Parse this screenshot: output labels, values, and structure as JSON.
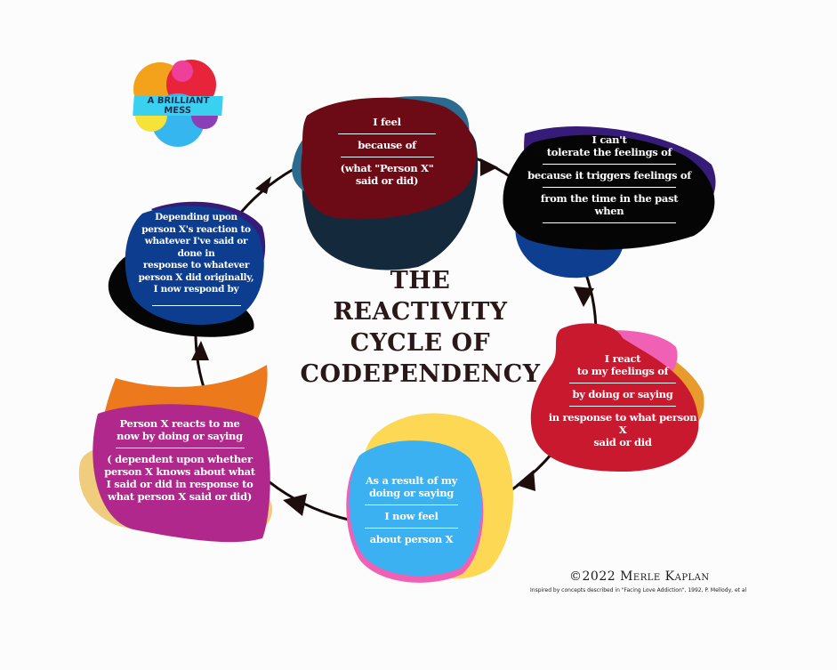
{
  "logo": {
    "text": "A BRILLIANT MESS"
  },
  "title": {
    "lines": [
      "THE",
      "REACTIVITY",
      "CYCLE OF",
      "CODEPENDENCY"
    ]
  },
  "steps": {
    "feel": {
      "l1": "I feel",
      "l2": "because of",
      "l3": "(what \"Person X\"",
      "l4": "said or did)"
    },
    "tolerate": {
      "l1": "I can't",
      "l2": "tolerate the feelings of",
      "l3": "because it triggers feelings of",
      "l4": "from the time in the past  when"
    },
    "react": {
      "l1": "I react",
      "l2": "to  my feelings of",
      "l3": "by  doing or saying",
      "l4": "in response to what person X",
      "l5": "said or did"
    },
    "result": {
      "l1": "As a result of my",
      "l2": "doing or saying",
      "l3": "I now feel",
      "l4": "about  person X"
    },
    "personx": {
      "l1": "Person X reacts to me",
      "l2": "now by doing or saying",
      "l3": "( dependent upon whether",
      "l4": "person X knows about what",
      "l5": "I said or did  in response to",
      "l6": "what person X said or did)"
    },
    "respond": {
      "l1": "Depending upon",
      "l2": "person X's  reaction to",
      "l3": "whatever I've said or done in",
      "l4": "response to whatever",
      "l5": "person X did originally,",
      "l6": "I  now respond by"
    }
  },
  "footer": {
    "copyright": "©2022 Merle Kaplan",
    "inspired": "Inspired by concepts described  in \"Facing Love Addiction\", 1992, P. Mellody, et al"
  },
  "colors": {
    "darkred": "#6c0b16",
    "black": "#050505",
    "red": "#c8192f",
    "blue": "#3bb1f1",
    "magenta": "#b0288b",
    "navy": "#0c3d8e"
  }
}
